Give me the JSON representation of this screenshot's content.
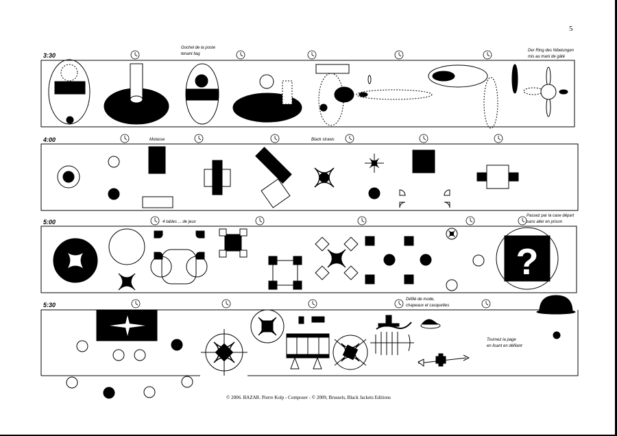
{
  "page_number": "5",
  "systems": [
    {
      "time": "3:30",
      "annotations": [
        "Gochel de la poste|tenant liag",
        "Der Ring des Nibelungen|mis au mani de gâté"
      ]
    },
    {
      "time": "4:00",
      "annotations": [
        "Molasse",
        "Black straws"
      ]
    },
    {
      "time": "5:00",
      "annotations": [
        "4 tables ... de jeux",
        "Passez par la case départ|sans aller en prison"
      ]
    },
    {
      "time": "5:30",
      "annotations": [
        "Défilé de mode,|chapeaux et casquettes",
        "Tournez la page|en lisant en défilant"
      ]
    }
  ],
  "question_mark": "?",
  "footer": "© 2006. BAZAR. Pierre Kolp - Composer -  © 2009, Brussels, Black Jackets Editions"
}
